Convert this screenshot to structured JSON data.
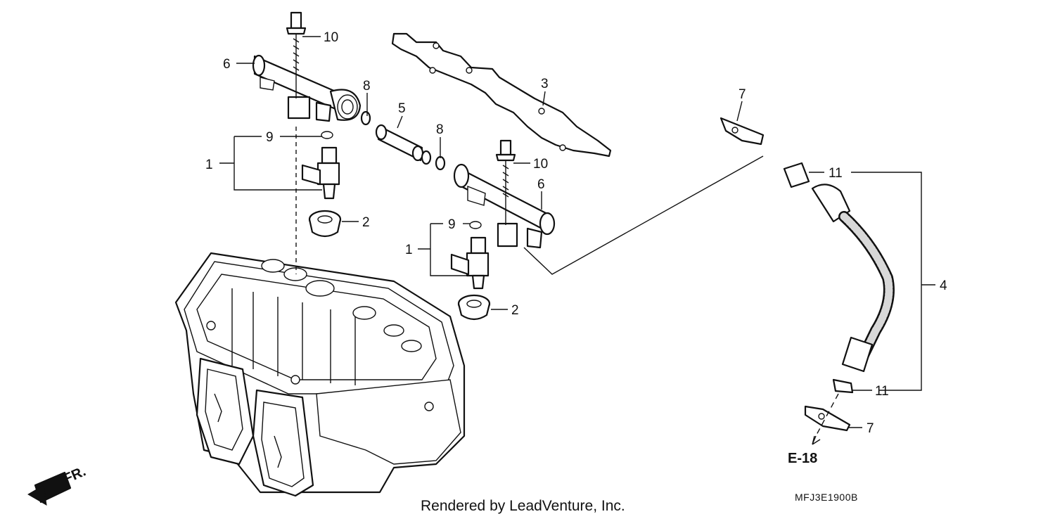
{
  "callouts": {
    "c1a": "1",
    "c1b": "1",
    "c2a": "2",
    "c2b": "2",
    "c3": "3",
    "c4": "4",
    "c5": "5",
    "c6a": "6",
    "c6b": "6",
    "c7a": "7",
    "c7b": "7",
    "c8a": "8",
    "c8b": "8",
    "c9a": "9",
    "c9b": "9",
    "c10a": "10",
    "c10b": "10",
    "c11a": "11",
    "c11b": "11"
  },
  "reference_label": "E-18",
  "direction_label": "FR.",
  "diagram_code": "MFJ3E1900B",
  "credit": "Rendered by LeadVenture, Inc."
}
